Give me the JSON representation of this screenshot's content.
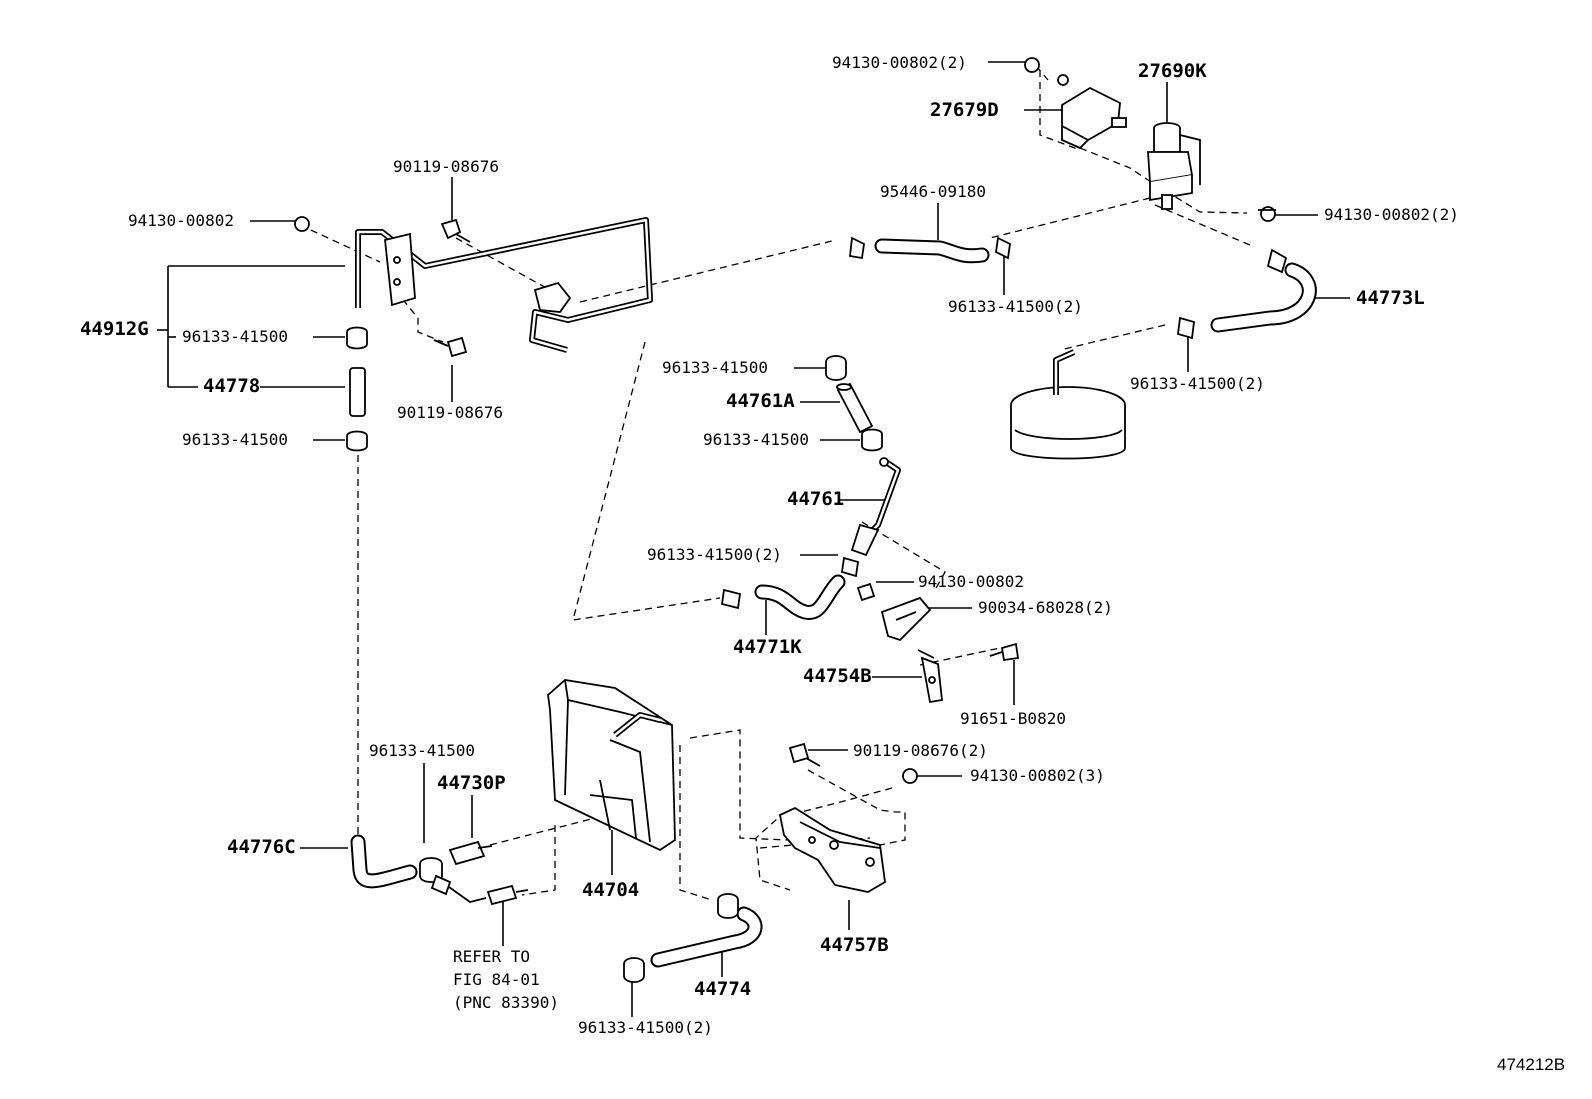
{
  "labels": {
    "p_94130_00802_2_top": "94130-00802(2)",
    "p_27690K": "27690K",
    "p_27679D": "27679D",
    "p_90119_08676_top": "90119-08676",
    "p_95446_09180": "95446-09180",
    "p_94130_00802_left": "94130-00802",
    "p_94130_00802_2_right": "94130-00802(2)",
    "p_44912G": "44912G",
    "p_96133_41500_a": "96133-41500",
    "p_96133_41500_2_mid": "96133-41500(2)",
    "p_44773L": "44773L",
    "p_44778": "44778",
    "p_96133_41500_b": "96133-41500",
    "p_90119_08676_mid": "90119-08676",
    "p_96133_41500_c": "96133-41500",
    "p_44761A": "44761A",
    "p_96133_41500_2_right": "96133-41500(2)",
    "p_96133_41500_d": "96133-41500",
    "p_44761": "44761",
    "p_96133_41500_2_center": "96133-41500(2)",
    "p_94130_00802_center": "94130-00802",
    "p_90034_68028_2": "90034-68028(2)",
    "p_44771K": "44771K",
    "p_44754B": "44754B",
    "p_91651_B0820": "91651-B0820",
    "p_96133_41500_e": "96133-41500",
    "p_44730P": "44730P",
    "p_90119_08676_2": "90119-08676(2)",
    "p_94130_00802_3": "94130-00802(3)",
    "p_44776C": "44776C",
    "p_44704": "44704",
    "p_44757B": "44757B",
    "refer_line1": "REFER TO",
    "refer_line2": "FIG 84-01",
    "refer_line3": "(PNC 83390)",
    "p_44774": "44774",
    "p_96133_41500_2_bottom": "96133-41500(2)",
    "figure_id": "474212B"
  }
}
